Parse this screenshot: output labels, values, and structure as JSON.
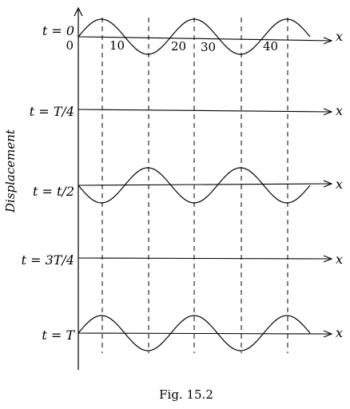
{
  "figure": {
    "y_axis_label": "Displacement",
    "x_axis_label": "x",
    "caption": "Fig. 15.2",
    "tick_labels": [
      "0",
      "10",
      "20",
      "30",
      "40"
    ]
  },
  "rows": [
    {
      "time_label": "t = 0",
      "amplitude": 1
    },
    {
      "time_label": "t = T/4",
      "amplitude": 0
    },
    {
      "time_label": "t = t/2",
      "amplitude": -1
    },
    {
      "time_label": "t = 3T/4",
      "amplitude": 0
    },
    {
      "time_label": "t = T",
      "amplitude": 1
    }
  ]
}
